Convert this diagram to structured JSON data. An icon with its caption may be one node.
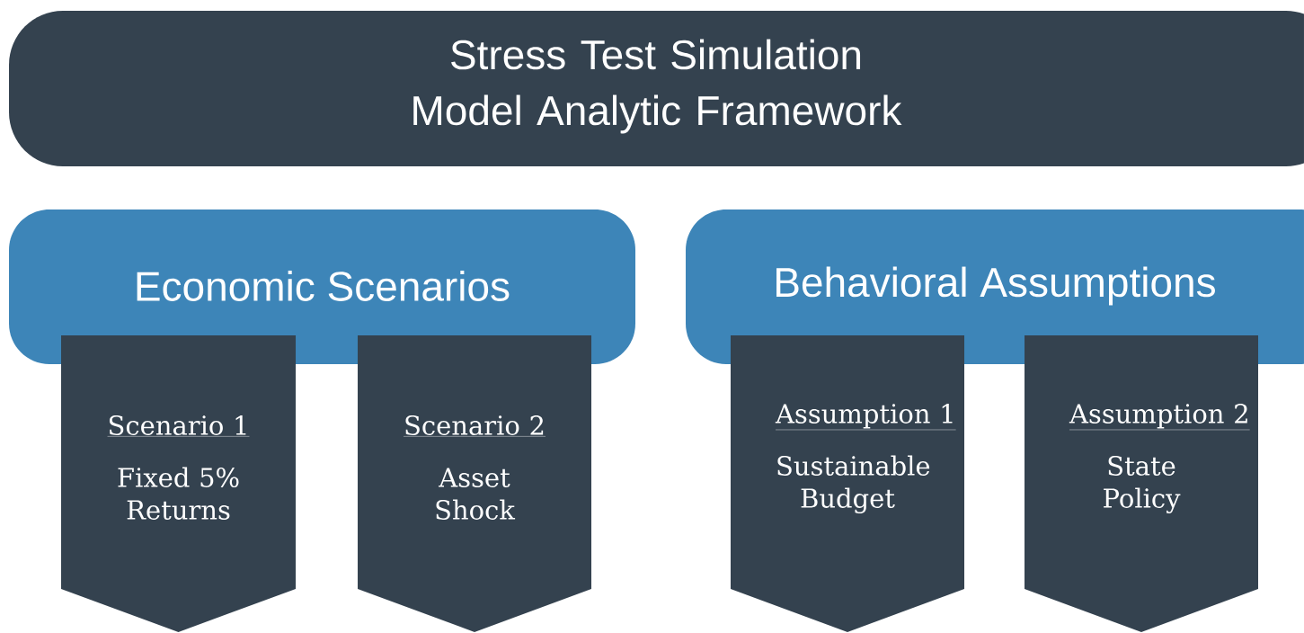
{
  "diagram": {
    "nodes": [
      {
        "text": [
          "Stress Test Simulation Model Analytic Framework"
        ]
      },
      {
        "text": [
          "Economic Scenarios"
        ]
      },
      {
        "text": [
          "Scenario 1",
          "Fixed 5% Returns"
        ]
      },
      {
        "text": [
          "Scenario 2",
          "Asset Shock"
        ]
      },
      {
        "text": [
          "Behavioral Assumptions"
        ]
      },
      {
        "text": [
          "Assumption 1",
          "Sustainable Budget"
        ]
      },
      {
        "text": [
          "Assumption 2",
          "State Policy"
        ]
      }
    ]
  }
}
